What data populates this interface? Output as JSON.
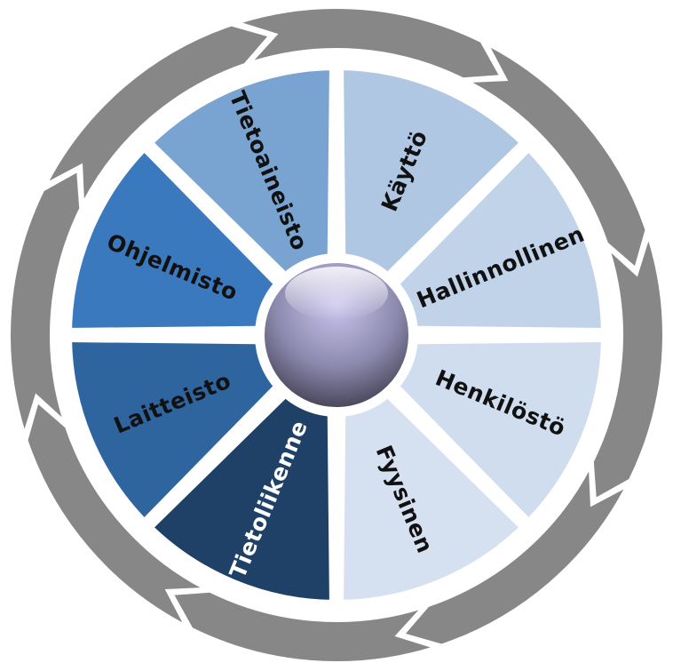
{
  "segments": [
    {
      "label": "Käyttö",
      "fill": "#AFC7E3",
      "text_color": "#111111"
    },
    {
      "label": "Hallinnollinen",
      "fill": "#C0D3E9",
      "text_color": "#111111"
    },
    {
      "label": "Henkilöstö",
      "fill": "#CFDDEF",
      "text_color": "#111111"
    },
    {
      "label": "Fyysinen",
      "fill": "#D5E1F1",
      "text_color": "#111111"
    },
    {
      "label": "Tietoliikenne",
      "fill": "#1F4167",
      "text_color": "#FFFFFF"
    },
    {
      "label": "Laitteisto",
      "fill": "#2F659F",
      "text_color": "#111111"
    },
    {
      "label": "Ohjelmisto",
      "fill": "#3B79BE",
      "text_color": "#111111"
    },
    {
      "label": "Tietoaineisto",
      "fill": "#79A4D2",
      "text_color": "#111111"
    }
  ],
  "colors": {
    "arrow_ring": "#878787",
    "ring_background": "#F2F2F2",
    "separator": "#FFFFFF",
    "hub_top": "#C9C3EE",
    "hub_mid": "#8C89AE",
    "hub_bottom": "#3A3848"
  }
}
